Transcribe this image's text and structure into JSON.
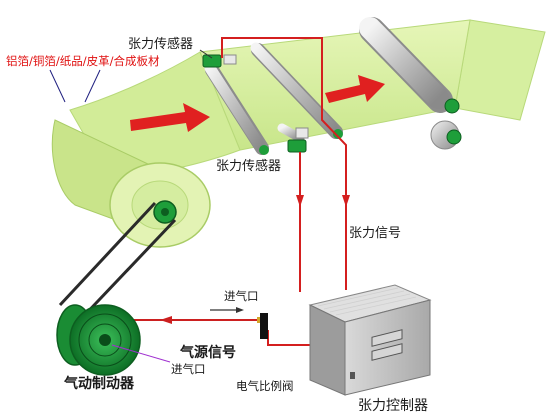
{
  "labels": {
    "materials": "铝箔/铜箔/纸品/皮革/合成板材",
    "sensor_top": "张力传感器",
    "sensor_bottom": "张力传感器",
    "tension_signal": "张力信号",
    "air_inlet_valve": "进气口",
    "air_source_signal": "气源信号",
    "air_inlet_brake": "进气口",
    "pneumatic_brake": "气动制动器",
    "proportional_valve": "电气比例阀",
    "tension_controller": "张力控制器"
  },
  "colors": {
    "web": "#d9f0a2",
    "web_dark": "#b9db72",
    "roller": "#d7d7d7",
    "roller_cap": "#1e9e3a",
    "signal_line": "#d41f1f",
    "flow_arrow": "#e02020",
    "controller": "#bfbfbf",
    "brake": "#1f9a3a"
  }
}
